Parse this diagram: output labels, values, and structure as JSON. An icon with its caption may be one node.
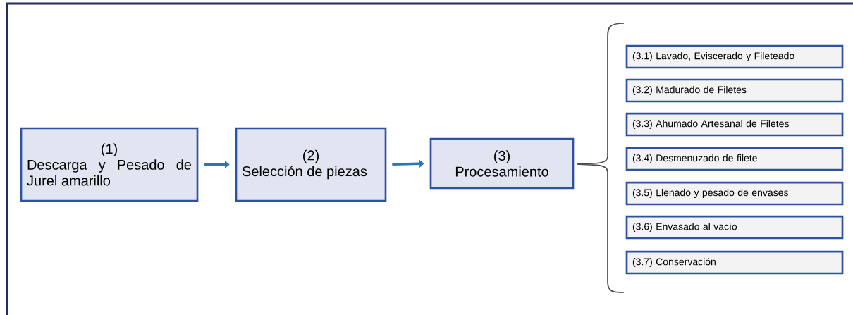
{
  "diagram": {
    "nodes": [
      {
        "text": [
          "(1)",
          "Descarga y Pesado de Jurel amarillo"
        ]
      },
      {
        "text": [
          "(2)",
          "Selección de piezas"
        ]
      },
      {
        "text": [
          "(3)",
          "Procesamiento"
        ]
      },
      {
        "text": [
          "(3.1) Lavado, Eviscerado y Fileteado"
        ]
      },
      {
        "text": [
          "(3.2) Madurado de Filetes"
        ]
      },
      {
        "text": [
          "(3.3) Ahumado Artesanal de Filetes"
        ]
      },
      {
        "text": [
          "(3.4) Desmenuzado de filete"
        ]
      },
      {
        "text": [
          "(3.5) Llenado y pesado de envases"
        ]
      },
      {
        "text": [
          "(3.6) Envasado al vacío"
        ]
      },
      {
        "text": [
          "(3.7) Conservación"
        ]
      }
    ],
    "edges": [
      {
        "from": 0,
        "to": 1,
        "arrow": "to"
      },
      {
        "from": 1,
        "to": 2,
        "arrow": "to"
      }
    ]
  }
}
